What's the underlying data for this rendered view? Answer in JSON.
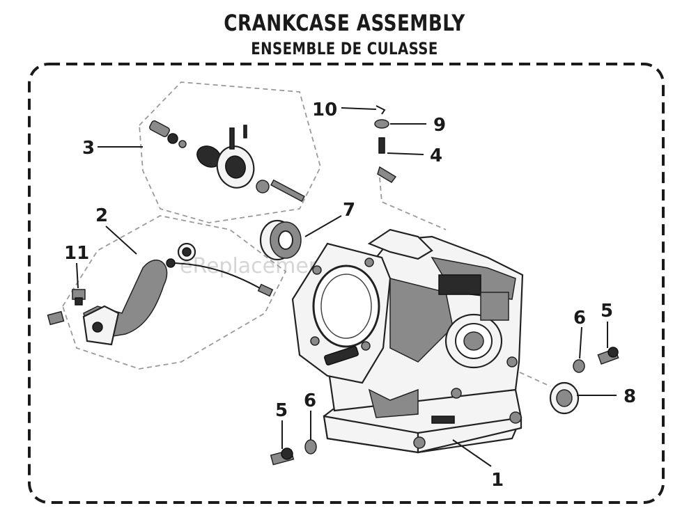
{
  "title": "CRANKCASE ASSEMBLY",
  "subtitle": "ENSEMBLE DE CULASSE",
  "watermark": "eReplacementParts.com",
  "callouts": {
    "c1": "1",
    "c2": "2",
    "c3": "3",
    "c4": "4",
    "c5a": "5",
    "c5b": "5",
    "c6a": "6",
    "c6b": "6",
    "c7": "7",
    "c8": "8",
    "c9": "9",
    "c10": "10",
    "c11": "11"
  }
}
